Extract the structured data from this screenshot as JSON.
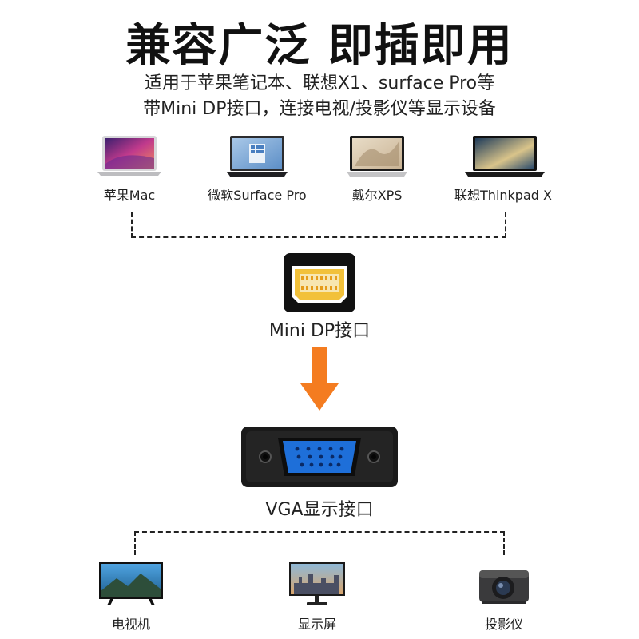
{
  "header": {
    "title": "兼容广泛 即插即用",
    "subtitle_line1": "适用于苹果笔记本、联想X1、surface Pro等",
    "subtitle_line2": "带Mini DP接口，连接电视/投影仪等显示设备"
  },
  "source_devices": [
    {
      "label": "苹果Mac",
      "icon": "macbook-icon"
    },
    {
      "label": "微软Surface Pro",
      "icon": "surface-laptop-icon"
    },
    {
      "label": "戴尔XPS",
      "icon": "dell-laptop-icon"
    },
    {
      "label": "联想Thinkpad X",
      "icon": "thinkpad-icon"
    }
  ],
  "input_port": {
    "label": "Mini DP接口",
    "icon": "mini-dp-port-icon"
  },
  "arrow": {
    "color": "#f47c20",
    "icon": "down-arrow-icon"
  },
  "output_port": {
    "label": "VGA显示接口",
    "icon": "vga-port-icon"
  },
  "output_devices": [
    {
      "label": "电视机",
      "icon": "tv-icon"
    },
    {
      "label": "显示屏",
      "icon": "monitor-icon"
    },
    {
      "label": "投影仪",
      "icon": "projector-icon"
    }
  ]
}
